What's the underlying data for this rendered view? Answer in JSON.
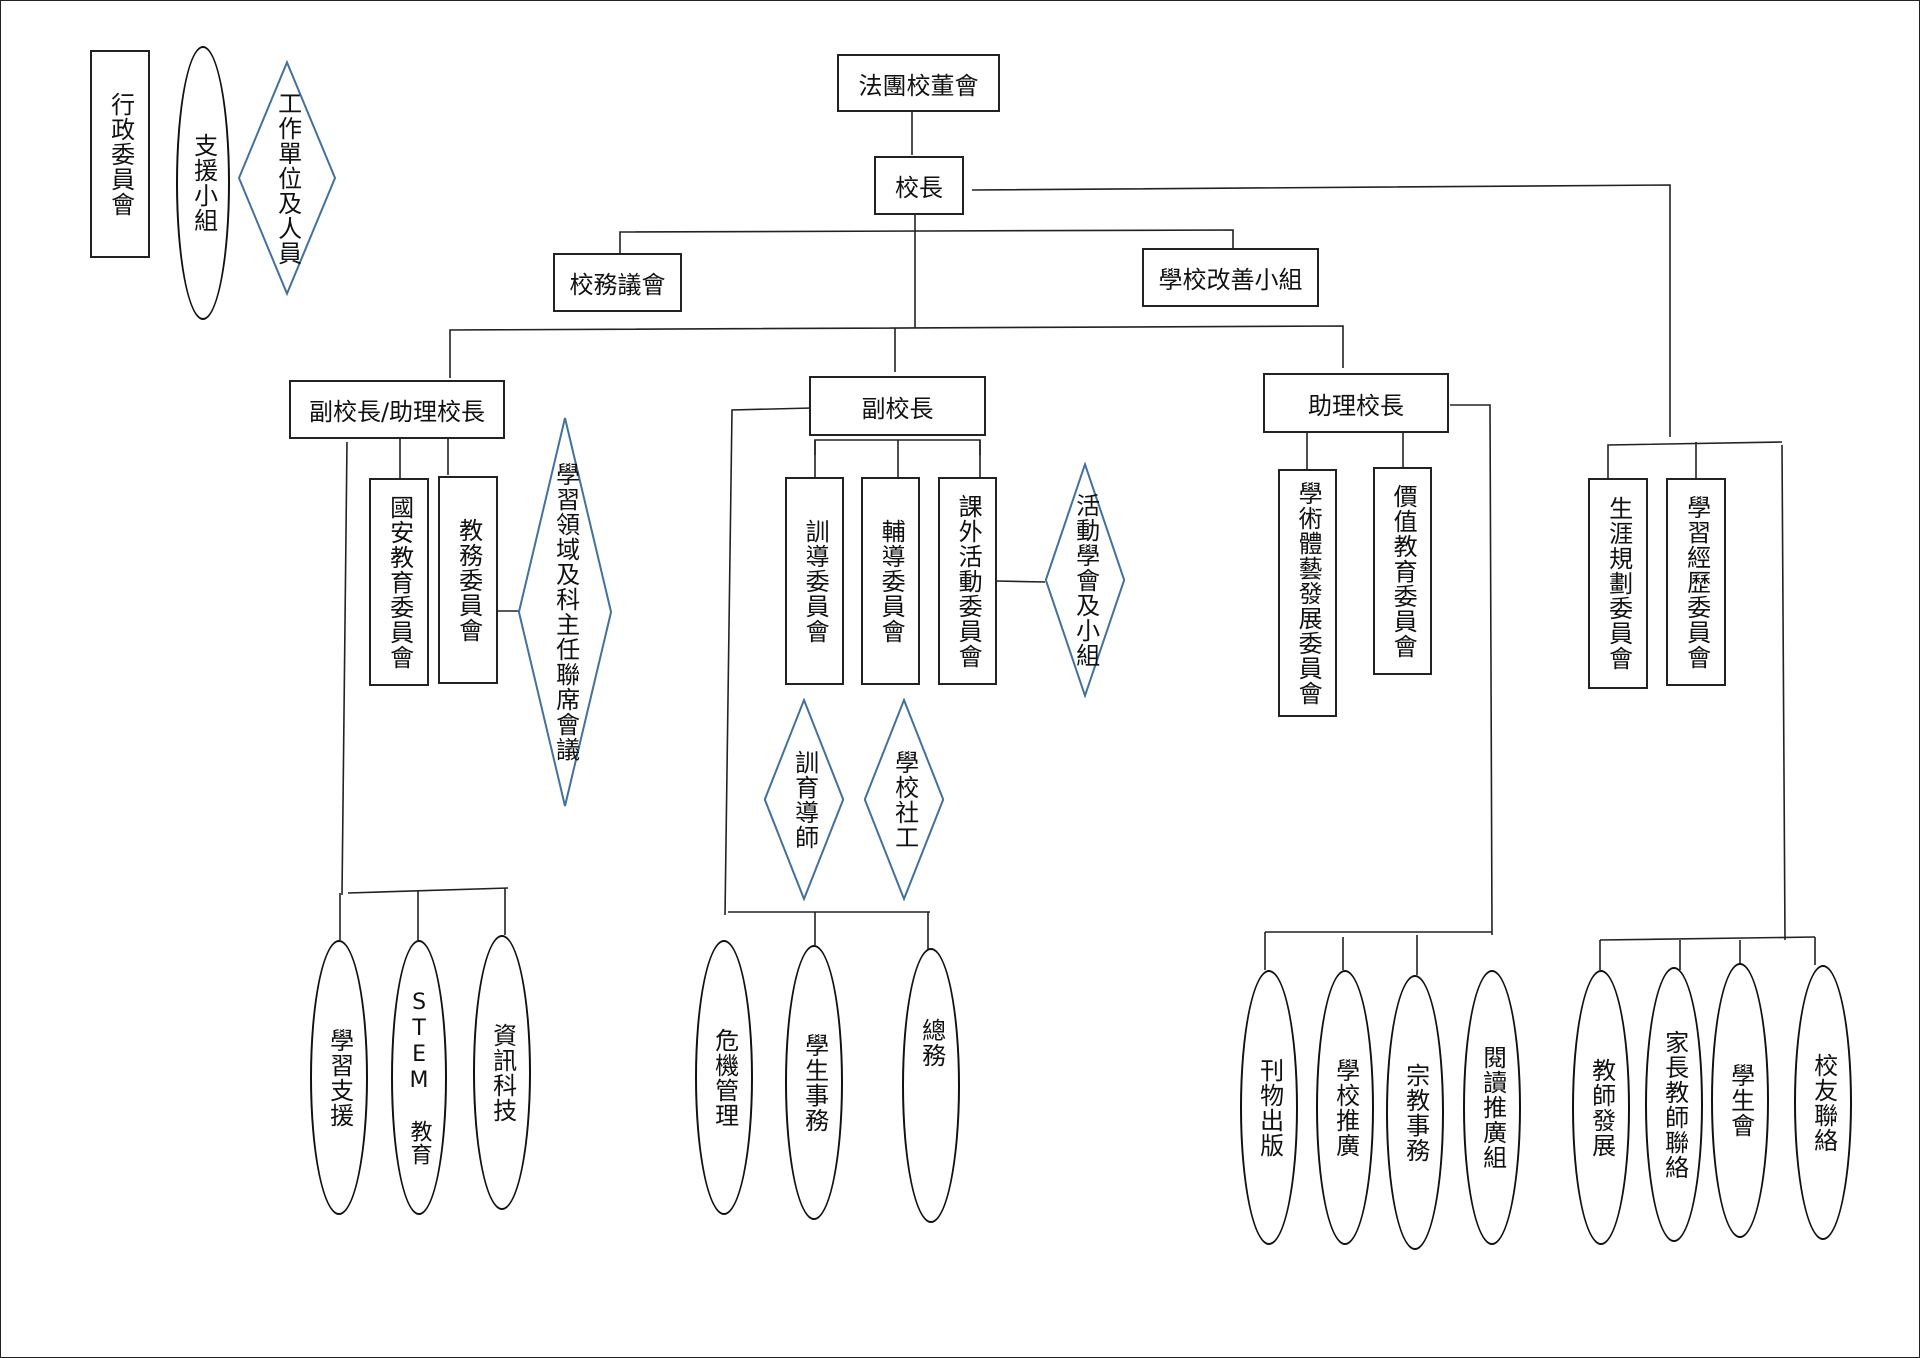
{
  "legend": {
    "admin_committee": "行政委員會",
    "support_group": "支援小組",
    "work_units": "工作單位及人員"
  },
  "top": {
    "board": "法團校董會",
    "principal": "校長",
    "school_council": "校務議會",
    "improvement_group": "學校改善小組"
  },
  "branch_a": {
    "head": "副校長/助理校長",
    "committees": [
      "國安教育委員會",
      "教務委員會"
    ],
    "unit": "學習領域及科主任聯席會議",
    "groups": [
      "學習支援",
      "STEM 教育",
      "資訊科技"
    ]
  },
  "branch_b": {
    "head": "副校長",
    "committees": [
      "訓導委員會",
      "輔導委員會",
      "課外活動委員會"
    ],
    "unit_activities": "活動學會及小組",
    "units": [
      "訓育導師",
      "學校社工"
    ],
    "groups": [
      "危機管理",
      "學生事務",
      "總務"
    ]
  },
  "branch_c": {
    "head": "助理校長",
    "committees": [
      "學術體藝發展委員會",
      "價值教育委員會"
    ],
    "groups": [
      "刊物出版",
      "學校推廣",
      "宗教事務",
      "閱讀推廣組"
    ]
  },
  "branch_d": {
    "committees": [
      "生涯規劃委員會",
      "學習經歷委員會"
    ],
    "groups": [
      "教師發展",
      "家長教師聯絡",
      "學生會",
      "校友聯絡"
    ]
  },
  "colors": {
    "diamond_stroke": "#41719c",
    "box_stroke": "#222222"
  }
}
